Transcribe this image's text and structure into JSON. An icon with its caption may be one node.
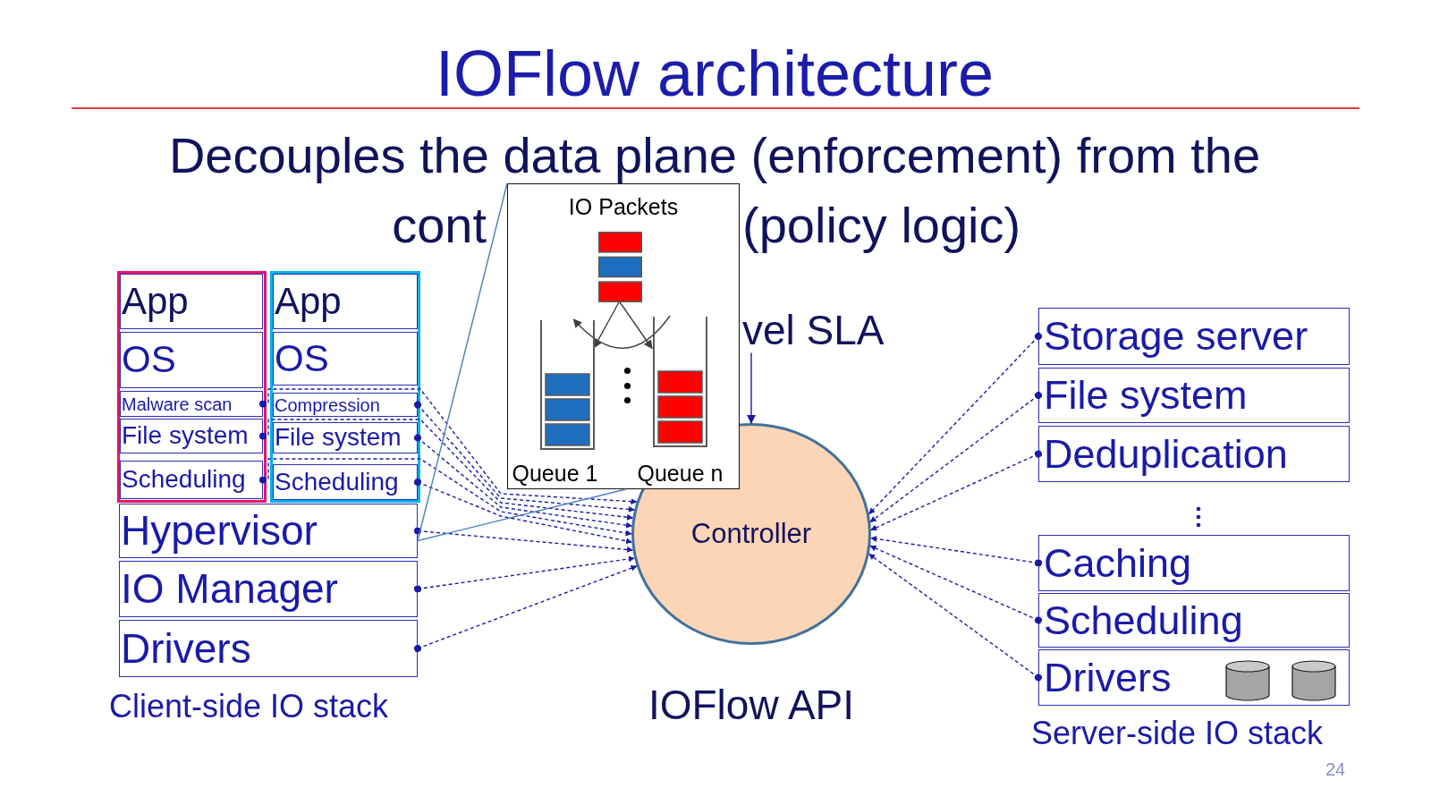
{
  "diagram": {
    "title": "IOFlow architecture",
    "nodes": [
      {
        "text": [],
        "shape": "box"
      },
      {
        "text": [
          "App"
        ],
        "in": 0
      },
      {
        "text": [
          "OS"
        ],
        "in": 0
      },
      {
        "text": [
          "Malware scan"
        ],
        "in": 0
      },
      {
        "text": [
          "File system"
        ],
        "in": 0
      },
      {
        "text": [
          "Scheduling"
        ],
        "in": 0
      },
      {
        "text": [],
        "shape": "box"
      },
      {
        "text": [
          "App"
        ],
        "in": 6
      },
      {
        "text": [
          "OS"
        ],
        "in": 6
      },
      {
        "text": [
          "Compression"
        ],
        "in": 6
      },
      {
        "text": [
          "File system"
        ],
        "in": 6
      },
      {
        "text": [
          "Scheduling"
        ],
        "in": 6
      },
      {
        "text": [
          "Hypervisor"
        ]
      },
      {
        "text": [
          "IO Manager"
        ]
      },
      {
        "text": [
          "Drivers"
        ]
      },
      {
        "text": [
          "IO Packets"
        ]
      },
      {
        "text": [],
        "shape": "picture",
        "in": 15
      },
      {
        "text": [
          "Queue 1"
        ],
        "in": 15
      },
      {
        "text": [
          "Queue n"
        ],
        "in": 15
      },
      {
        "text": [
          "vel SLA"
        ]
      },
      {
        "text": [
          "Controller"
        ],
        "beside": [
          "IOFlow API"
        ]
      },
      {
        "text": [
          "Storage server"
        ]
      },
      {
        "text": [
          "File system"
        ]
      },
      {
        "text": [
          "Deduplication"
        ]
      },
      {
        "text": [
          "Caching"
        ]
      },
      {
        "text": [
          "Scheduling"
        ]
      },
      {
        "text": [
          "Drivers"
        ]
      }
    ],
    "edges": [
      {
        "from": 3,
        "to": 20,
        "arrow": "to",
        "style": "dashed"
      },
      {
        "from": 4,
        "to": 20,
        "arrow": "to",
        "style": "dashed"
      },
      {
        "from": 5,
        "to": 20,
        "arrow": "to",
        "style": "dashed"
      },
      {
        "from": 9,
        "to": 20,
        "arrow": "to",
        "style": "dashed"
      },
      {
        "from": 10,
        "to": 20,
        "arrow": "to",
        "style": "dashed"
      },
      {
        "from": 11,
        "to": 20,
        "arrow": "to",
        "style": "dashed"
      },
      {
        "from": 12,
        "to": 20,
        "arrow": "to",
        "style": "dashed"
      },
      {
        "from": 13,
        "to": 20,
        "arrow": "to",
        "style": "dashed"
      },
      {
        "from": 14,
        "to": 20,
        "arrow": "to",
        "style": "dashed"
      },
      {
        "from": 21,
        "to": 20,
        "arrow": "to",
        "style": "dashed"
      },
      {
        "from": 22,
        "to": 20,
        "arrow": "to",
        "style": "dashed"
      },
      {
        "from": 23,
        "to": 20,
        "arrow": "to",
        "style": "dashed"
      },
      {
        "from": 24,
        "to": 20,
        "arrow": "to",
        "style": "dashed"
      },
      {
        "from": 25,
        "to": 20,
        "arrow": "to",
        "style": "dashed"
      },
      {
        "from": 26,
        "to": 20,
        "arrow": "to",
        "style": "dashed"
      },
      {
        "from": 19,
        "to": 20,
        "arrow": "to"
      },
      {
        "from": 12,
        "to": 15,
        "arrow": "none",
        "color": "#4a7ebb"
      },
      {
        "from": 12,
        "to": 15,
        "arrow": "none",
        "color": "#4a7ebb"
      },
      {
        "from": 16,
        "to": 17,
        "arrow": "to",
        "color": "#404040"
      },
      {
        "from": 16,
        "to": 18,
        "arrow": "to",
        "color": "#404040"
      },
      {
        "from": 18,
        "to": 17,
        "arrow": "to",
        "color": "#404040"
      }
    ],
    "labels": [
      "Decouples the data plane (enforcement) from the",
      "cont",
      "(policy logic)",
      "Client-side IO stack",
      "Server-side IO stack",
      "24"
    ]
  }
}
